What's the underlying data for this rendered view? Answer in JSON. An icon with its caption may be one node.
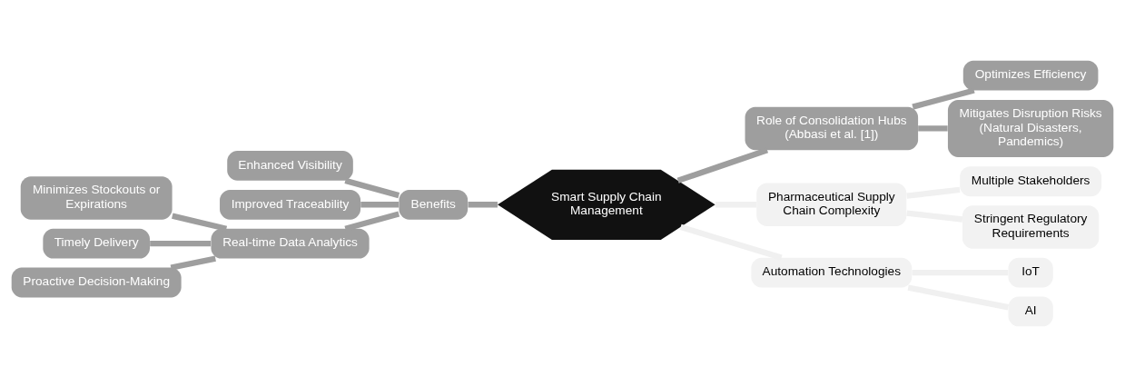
{
  "diagram": {
    "nodes": [
      {
        "text": [
          "Smart Supply Chain Management"
        ]
      },
      {
        "text": [
          "Benefits"
        ]
      },
      {
        "text": [
          "Enhanced Visibility"
        ]
      },
      {
        "text": [
          "Improved Traceability"
        ]
      },
      {
        "text": [
          "Real-time Data Analytics"
        ]
      },
      {
        "text": [
          "Minimizes Stockouts or Expirations"
        ]
      },
      {
        "text": [
          "Timely Delivery"
        ]
      },
      {
        "text": [
          "Proactive Decision-Making"
        ]
      },
      {
        "text": [
          "Role of Consolidation Hubs (Abbasi et al. [1])"
        ]
      },
      {
        "text": [
          "Optimizes Efficiency"
        ]
      },
      {
        "text": [
          "Mitigates Disruption Risks (Natural Disasters, Pandemics)"
        ]
      },
      {
        "text": [
          "Pharmaceutical Supply Chain Complexity"
        ]
      },
      {
        "text": [
          "Multiple Stakeholders"
        ]
      },
      {
        "text": [
          "Stringent Regulatory Requirements"
        ]
      },
      {
        "text": [
          "Automation Technologies"
        ]
      },
      {
        "text": [
          "IoT"
        ]
      },
      {
        "text": [
          "AI"
        ]
      }
    ],
    "edges": [
      {
        "from": 0,
        "to": 1,
        "arrow": "none"
      },
      {
        "from": 1,
        "to": 2,
        "arrow": "none"
      },
      {
        "from": 1,
        "to": 3,
        "arrow": "none"
      },
      {
        "from": 1,
        "to": 4,
        "arrow": "none"
      },
      {
        "from": 4,
        "to": 5,
        "arrow": "none"
      },
      {
        "from": 4,
        "to": 6,
        "arrow": "none"
      },
      {
        "from": 4,
        "to": 7,
        "arrow": "none"
      },
      {
        "from": 0,
        "to": 8,
        "arrow": "none"
      },
      {
        "from": 8,
        "to": 9,
        "arrow": "none"
      },
      {
        "from": 8,
        "to": 10,
        "arrow": "none"
      },
      {
        "from": 0,
        "to": 11,
        "arrow": "none",
        "color": "#f0f0f0"
      },
      {
        "from": 11,
        "to": 12,
        "arrow": "none",
        "color": "#f0f0f0"
      },
      {
        "from": 11,
        "to": 13,
        "arrow": "none",
        "color": "#f0f0f0"
      },
      {
        "from": 0,
        "to": 14,
        "arrow": "none",
        "color": "#f0f0f0"
      },
      {
        "from": 14,
        "to": 15,
        "arrow": "none",
        "color": "#f0f0f0"
      },
      {
        "from": 14,
        "to": 16,
        "arrow": "none",
        "color": "#f0f0f0"
      }
    ]
  }
}
